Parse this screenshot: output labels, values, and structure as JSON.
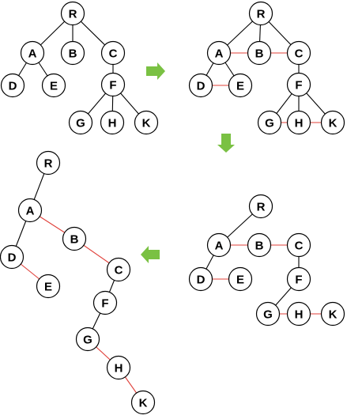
{
  "colors": {
    "edge_tree": "#000000",
    "edge_sibling": "#e0403a",
    "arrow": "#7ac143",
    "node_fill": "#ffffff",
    "node_stroke": "#000000"
  },
  "arrows": [
    {
      "name": "arrow-right-icon",
      "direction": "right"
    },
    {
      "name": "arrow-down-icon",
      "direction": "down"
    },
    {
      "name": "arrow-left-icon",
      "direction": "left"
    }
  ],
  "panels": [
    {
      "name": "original-tree",
      "nodes": [
        "R",
        "A",
        "B",
        "C",
        "D",
        "E",
        "F",
        "G",
        "H",
        "K"
      ],
      "tree_edges": [
        [
          "R",
          "A"
        ],
        [
          "R",
          "B"
        ],
        [
          "R",
          "C"
        ],
        [
          "A",
          "D"
        ],
        [
          "A",
          "E"
        ],
        [
          "C",
          "F"
        ],
        [
          "F",
          "G"
        ],
        [
          "F",
          "H"
        ],
        [
          "F",
          "K"
        ]
      ],
      "sibling_edges": []
    },
    {
      "name": "siblings-connected",
      "nodes": [
        "R",
        "A",
        "B",
        "C",
        "D",
        "E",
        "F",
        "G",
        "H",
        "K"
      ],
      "tree_edges": [
        [
          "R",
          "A"
        ],
        [
          "R",
          "B"
        ],
        [
          "R",
          "C"
        ],
        [
          "A",
          "D"
        ],
        [
          "A",
          "E"
        ],
        [
          "C",
          "F"
        ],
        [
          "F",
          "G"
        ],
        [
          "F",
          "H"
        ],
        [
          "F",
          "K"
        ]
      ],
      "sibling_edges": [
        [
          "A",
          "B"
        ],
        [
          "B",
          "C"
        ],
        [
          "D",
          "E"
        ],
        [
          "G",
          "H"
        ],
        [
          "H",
          "K"
        ]
      ]
    },
    {
      "name": "extra-child-edges-removed",
      "nodes": [
        "R",
        "A",
        "B",
        "C",
        "D",
        "E",
        "F",
        "G",
        "H",
        "K"
      ],
      "tree_edges": [
        [
          "R",
          "A"
        ],
        [
          "A",
          "D"
        ],
        [
          "C",
          "F"
        ],
        [
          "F",
          "G"
        ]
      ],
      "sibling_edges": [
        [
          "A",
          "B"
        ],
        [
          "B",
          "C"
        ],
        [
          "D",
          "E"
        ],
        [
          "G",
          "H"
        ],
        [
          "H",
          "K"
        ]
      ]
    },
    {
      "name": "binary-tree",
      "nodes": [
        "R",
        "A",
        "B",
        "C",
        "D",
        "E",
        "F",
        "G",
        "H",
        "K"
      ],
      "tree_edges": [
        [
          "R",
          "A"
        ],
        [
          "A",
          "D"
        ],
        [
          "C",
          "F"
        ],
        [
          "F",
          "G"
        ]
      ],
      "sibling_edges": [
        [
          "A",
          "B"
        ],
        [
          "B",
          "C"
        ],
        [
          "D",
          "E"
        ],
        [
          "G",
          "H"
        ],
        [
          "H",
          "K"
        ]
      ]
    }
  ]
}
